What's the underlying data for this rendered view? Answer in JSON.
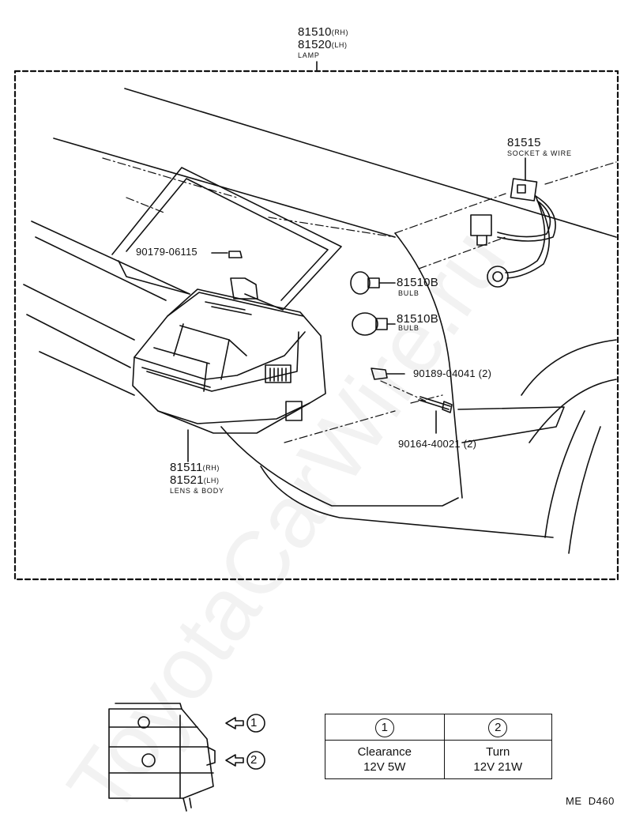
{
  "watermark": "ToyotaCarWire.ru",
  "lamp": {
    "rh": "81510",
    "rh_suffix": "(RH)",
    "lh": "81520",
    "lh_suffix": "(LH)",
    "name": "LAMP"
  },
  "socket": {
    "number": "81515",
    "name": "SOCKET & WIRE"
  },
  "bulb_upper": {
    "number": "81510B",
    "name": "BULB"
  },
  "bulb_lower": {
    "number": "81510B",
    "name": "BULB"
  },
  "nut": {
    "number": "90179-06115"
  },
  "clip": {
    "number": "90189-04041",
    "qty": "(2)"
  },
  "screw": {
    "number": "90164-40021",
    "qty": "(2)"
  },
  "lens": {
    "rh": "81511",
    "rh_suffix": "(RH)",
    "lh": "81521",
    "lh_suffix": "(LH)",
    "name": "LENS & BODY"
  },
  "callouts": {
    "one": "1",
    "two": "2"
  },
  "spec_table": {
    "headers": [
      "1",
      "2"
    ],
    "rows": [
      {
        "name": "Clearance",
        "spec": "12V 5W"
      },
      {
        "name": "Turn",
        "spec": "12V 21W"
      }
    ]
  },
  "diagram_code": "ME  D460"
}
